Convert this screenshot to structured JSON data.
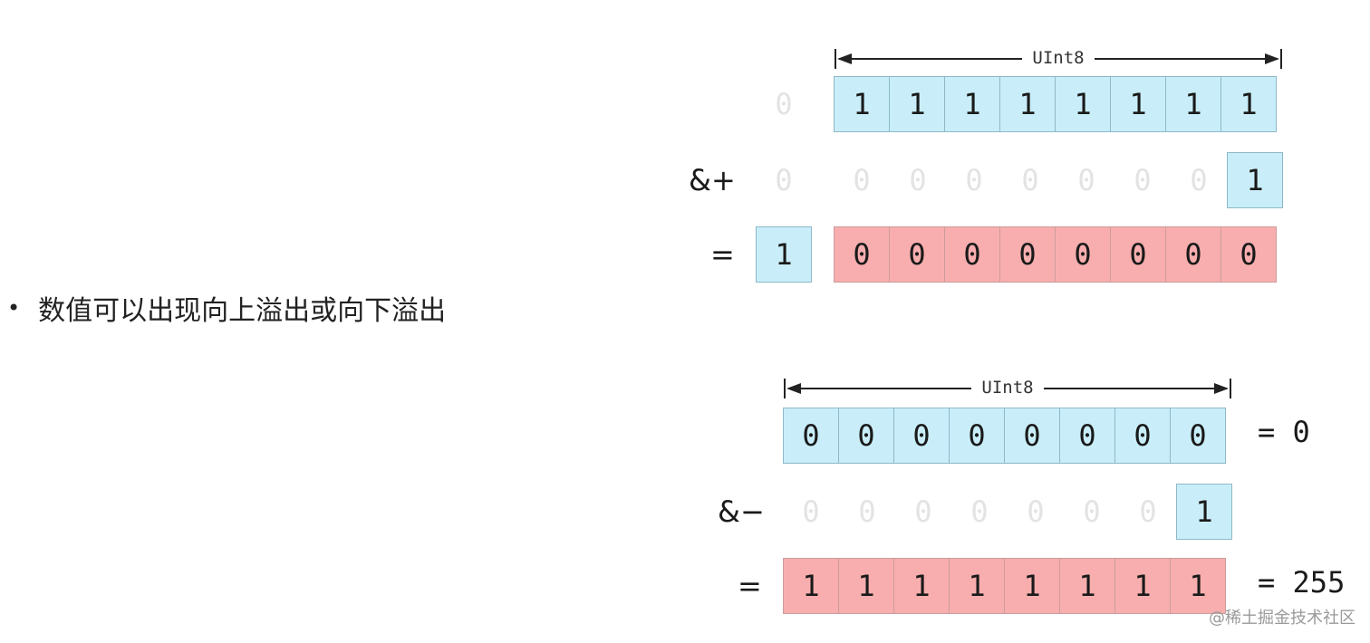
{
  "bullet": "数值可以出现向上溢出或向下溢出",
  "top": {
    "bracket_label": "UInt8",
    "overflow_bit_ghost": "0",
    "a_bits": [
      "1",
      "1",
      "1",
      "1",
      "1",
      "1",
      "1",
      "1"
    ],
    "operator": "&+",
    "ghost_zero": "0",
    "b_bits_ghost": [
      "0",
      "0",
      "0",
      "0",
      "0",
      "0",
      "0"
    ],
    "b_last": "1",
    "equals": "=",
    "carry": "1",
    "result_bits": [
      "0",
      "0",
      "0",
      "0",
      "0",
      "0",
      "0",
      "0"
    ]
  },
  "bottom": {
    "bracket_label": "UInt8",
    "a_bits": [
      "0",
      "0",
      "0",
      "0",
      "0",
      "0",
      "0",
      "0"
    ],
    "a_value": "= 0",
    "operator": "&−",
    "b_bits_ghost": [
      "0",
      "0",
      "0",
      "0",
      "0",
      "0",
      "0"
    ],
    "b_last": "1",
    "equals": "=",
    "result_bits": [
      "1",
      "1",
      "1",
      "1",
      "1",
      "1",
      "1",
      "1"
    ],
    "result_value": "= 255"
  },
  "watermark": "@稀土掘金技术社区"
}
